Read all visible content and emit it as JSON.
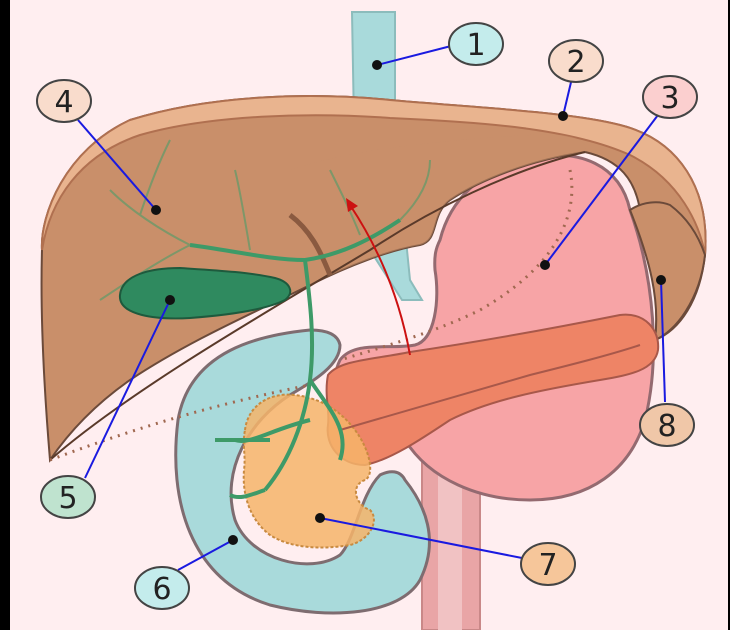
{
  "labels": {
    "l1": "1",
    "l2": "2",
    "l3": "3",
    "l4": "4",
    "l5": "5",
    "l6": "6",
    "l7": "7",
    "l8": "8"
  },
  "colors": {
    "background": "#ffeef0",
    "liver": "#c98f6a",
    "liver_capsule": "#e9b48f",
    "stomach": "#f7a4a6",
    "pancreas": "#ee8466",
    "duodenum": "#a9dadb",
    "gallbladder": "#2f8a5f",
    "bile_duct": "#3e9a68",
    "leader_line": "#1a1ae0",
    "arrow": "#cc1111",
    "label_teal": "#c4ecec",
    "label_peach": "#f9dccc",
    "label_pink": "#fbcfcf",
    "label_green": "#bfe3cf",
    "label_tan": "#f0c7a8",
    "label_orange": "#f6c69a"
  }
}
